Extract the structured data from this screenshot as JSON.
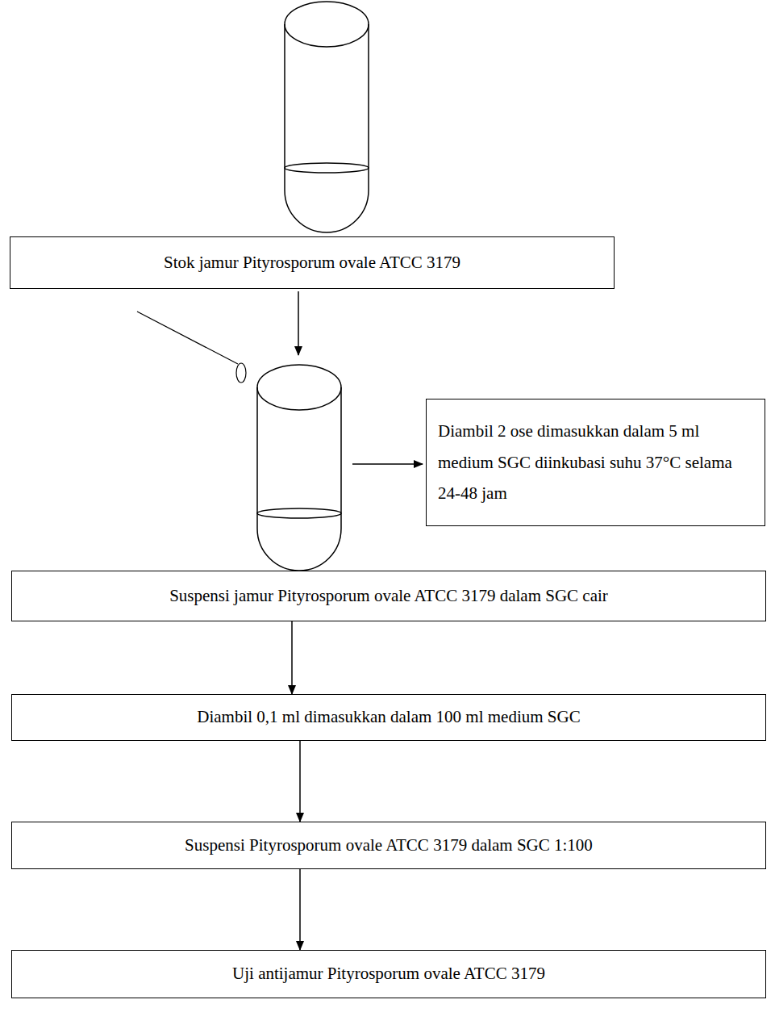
{
  "diagram": {
    "nodes": [
      {
        "text": [
          "Stok jamur Pityrosporum ovale ATCC 3179"
        ]
      },
      {
        "text": [
          "Diambil 2 ose dimasukkan dalam 5 ml medium SGC diinkubasi suhu 37°C selama 24-48 jam"
        ]
      },
      {
        "text": [
          "Suspensi jamur Pityrosporum ovale ATCC 3179 dalam SGC cair"
        ]
      },
      {
        "text": [
          "Diambil 0,1 ml dimasukkan dalam 100 ml medium SGC"
        ]
      },
      {
        "text": [
          "Suspensi Pityrosporum ovale ATCC 3179 dalam SGC 1:100"
        ]
      },
      {
        "text": [
          "Uji antijamur Pityrosporum ovale ATCC 3179"
        ]
      }
    ],
    "edges": [
      {
        "from": 2,
        "to": 3,
        "arrow": "to"
      },
      {
        "from": 3,
        "to": 4,
        "arrow": "to"
      },
      {
        "from": 4,
        "to": 5,
        "arrow": "to"
      }
    ]
  }
}
